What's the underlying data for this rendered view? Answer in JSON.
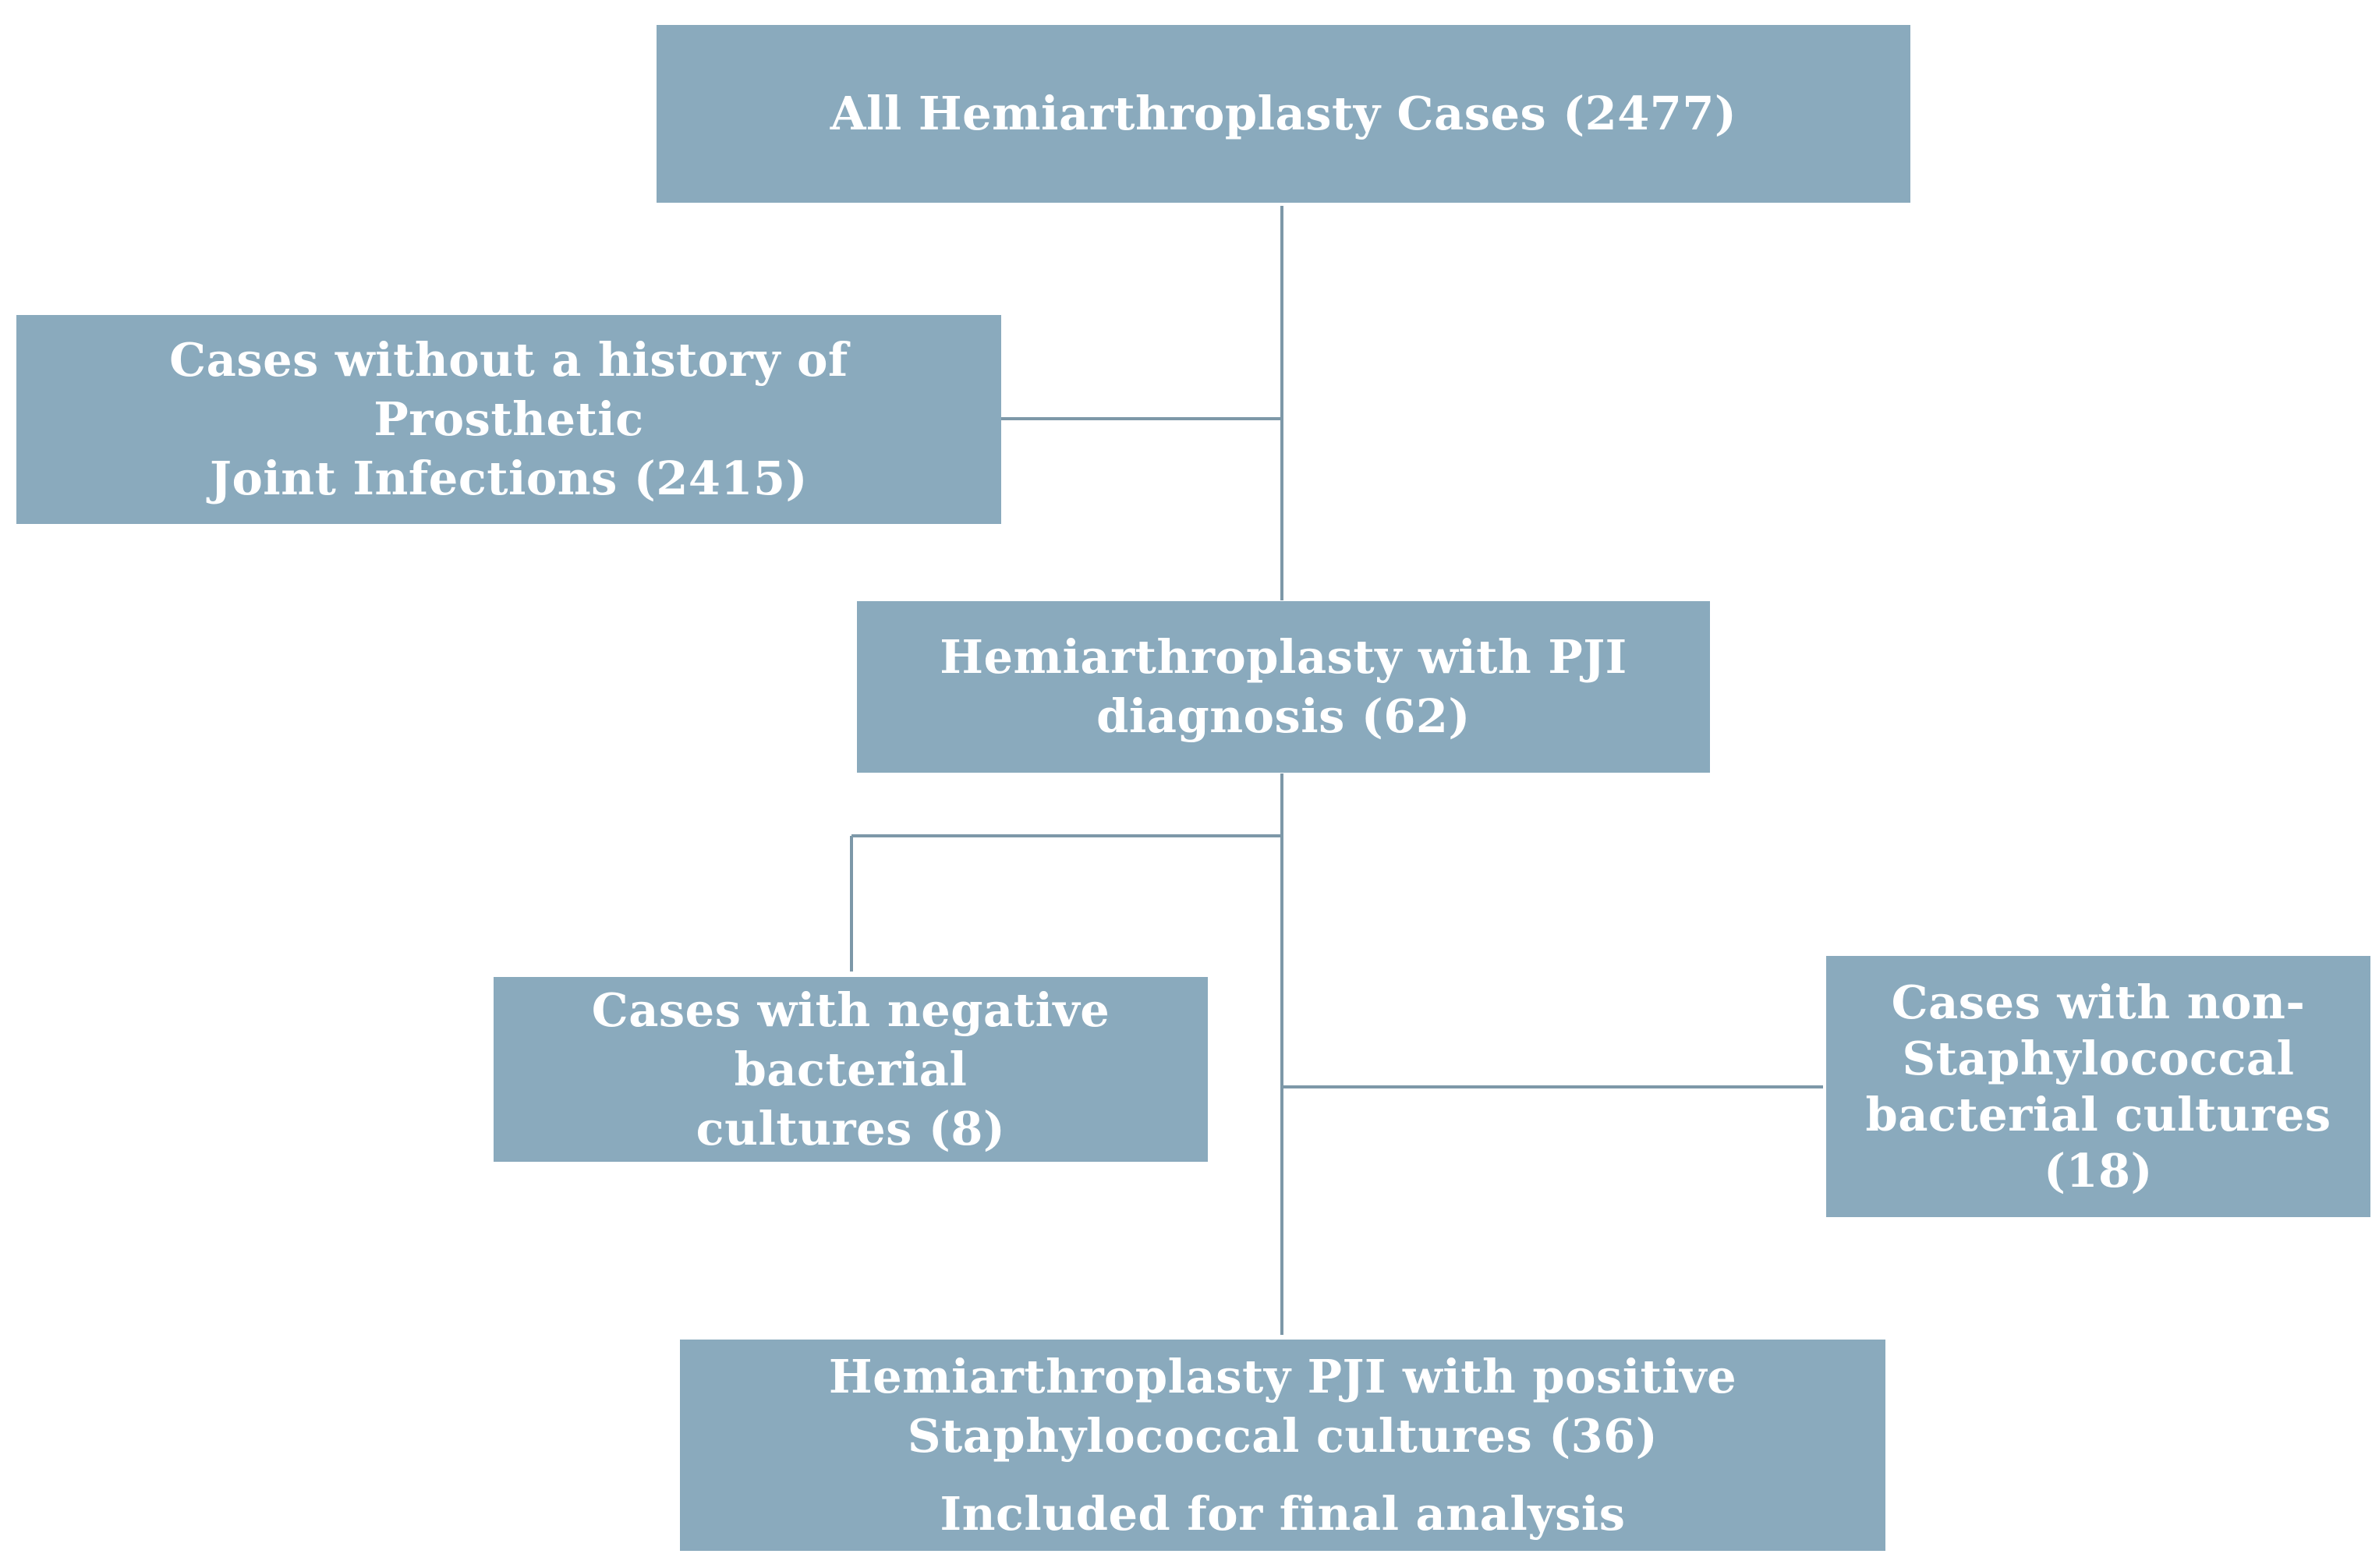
{
  "flowchart": {
    "all_cases": {
      "lines": [
        "All Hemiarthroplasty Cases (2477)"
      ]
    },
    "no_pji_history": {
      "lines": [
        "Cases without a history of Prosthetic",
        "Joint Infections (2415)"
      ]
    },
    "pji_diagnosis": {
      "lines": [
        "Hemiarthroplasty with PJI",
        "diagnosis (62)"
      ]
    },
    "negative_cultures": {
      "lines": [
        "Cases with negative bacterial",
        "cultures (8)"
      ]
    },
    "non_staph_cultures": {
      "lines": [
        "Cases with non-",
        "Staphylococcal",
        "bacterial cultures (18)"
      ]
    },
    "staph_positive": {
      "lines": [
        "Hemiarthroplasty PJI with positive",
        "Staphylococcal cultures (36)"
      ],
      "note": "Included for final analysis"
    }
  },
  "colors": {
    "box_fill": "#8aaabd",
    "box_text": "#ffffff",
    "connector": "#7d98a8"
  }
}
